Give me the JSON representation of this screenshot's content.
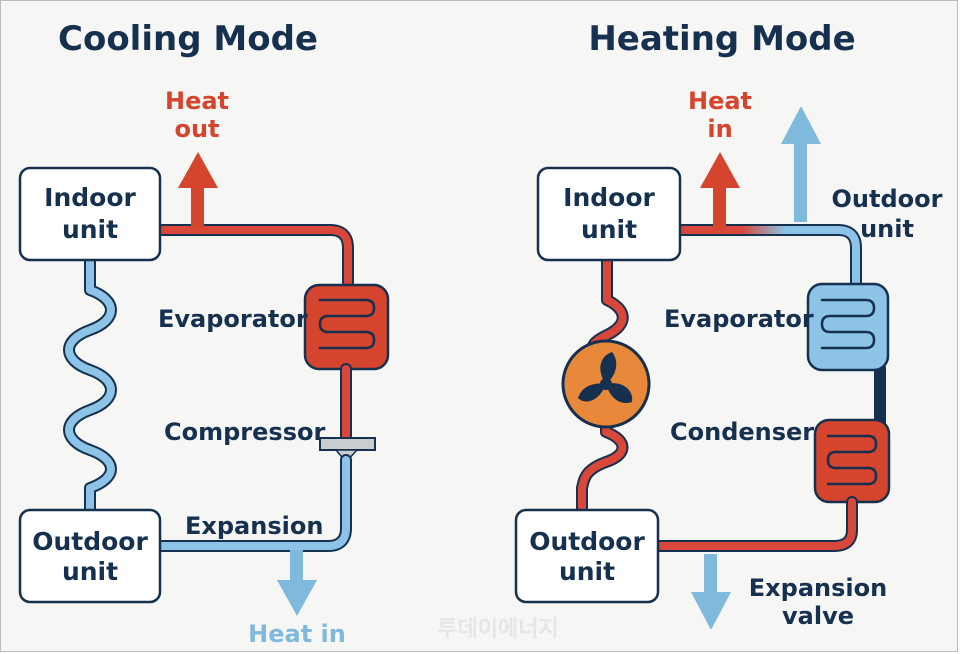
{
  "cooling": {
    "title": "Cooling Mode",
    "indoor_unit": [
      "Indoor",
      "unit"
    ],
    "outdoor_unit": [
      "Outdoor",
      "unit"
    ],
    "heat_out": [
      "Heat",
      "out"
    ],
    "evaporator": "Evaporator",
    "compressor": "Compressor",
    "expansion": "Expansion",
    "heat_in": "Heat in"
  },
  "heating": {
    "title": "Heating Mode",
    "indoor_unit": [
      "Indoor",
      "unit"
    ],
    "outdoor_unit": [
      "Outdoor",
      "unit"
    ],
    "heat_in": [
      "Heat",
      "in"
    ],
    "outdoor_unit_label": [
      "Outdoor",
      "unit"
    ],
    "evaporator": "Evaporator",
    "condenser": "Condenser",
    "expansion_valve": [
      "Expansion",
      "valve"
    ]
  },
  "watermark": "투데이에너지",
  "colors": {
    "title": "#16304f",
    "hot": "#d9473a",
    "cold": "#8cc3e6",
    "fan": "#e8883a"
  },
  "icons": {
    "fan": "fan-icon",
    "arrow_up": "arrow-up-icon",
    "arrow_down": "arrow-down-icon"
  }
}
